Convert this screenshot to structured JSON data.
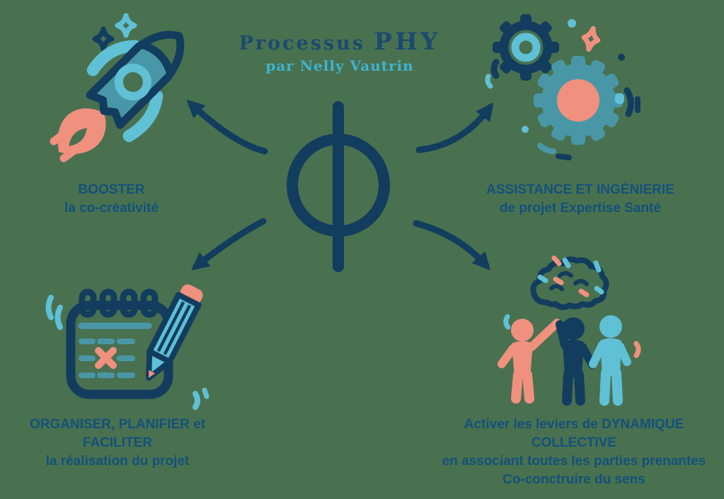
{
  "colors": {
    "background": "#497150",
    "navy": "#123d5e",
    "teal": "#4997a6",
    "light_teal": "#5fc0d6",
    "salmon": "#f0907e",
    "label_text": "#14517b",
    "title_text": "#1c4b70",
    "subtitle_text": "#3fb3cf"
  },
  "header": {
    "title_main": "Processus",
    "title_accent": "PHY",
    "subtitle": "par Nelly Vautrin"
  },
  "center_symbol": {
    "name": "phi-symbol",
    "glyph": "Φ"
  },
  "quadrants": {
    "top_left": {
      "icon": "rocket-icon",
      "line1": "BOOSTER",
      "line2": "la co-créativité"
    },
    "top_right": {
      "icon": "gears-icon",
      "line1": "ASSISTANCE ET INGÉNIERIE",
      "line2": "de projet Expertise Santé"
    },
    "bottom_left": {
      "icon": "calendar-pencil-icon",
      "line1": "ORGANISER, PLANIFIER et FACILITER",
      "line2": "la réalisation du projet"
    },
    "bottom_right": {
      "icon": "team-brainstorm-icon",
      "line1": "Activer les leviers de DYNAMIQUE COLLECTIVE",
      "line2": "en associant toutes les parties prenantes",
      "line3": "Co-conctruire du sens"
    }
  }
}
